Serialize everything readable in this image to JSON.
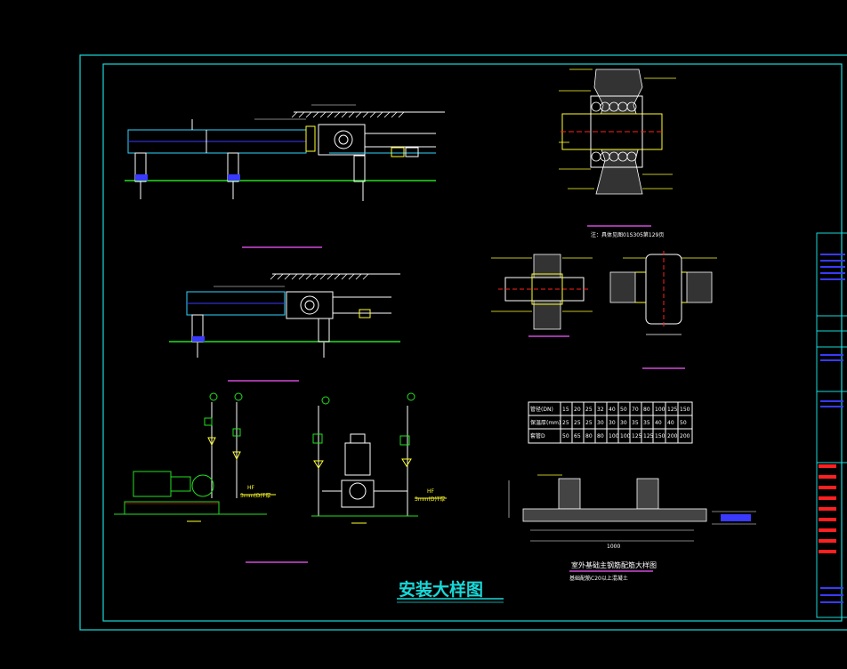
{
  "colors": {
    "background": "#000000",
    "frame": "#19d9d9",
    "lines": "#ffffff",
    "pipe": "#2fd6ff",
    "green": "#22e01f",
    "yellow": "#ffff2a",
    "red": "#ff2020",
    "blue": "#3a3aff",
    "magenta": "#d04ad8"
  },
  "sheet": {
    "title": "安装大样图"
  },
  "details": {
    "top_right_note": "注：具体见图01S305第129页",
    "footing_caption": "室外基础主钢筋配筋大样图",
    "footing_sub": "基础配筋C20以上混凝土",
    "pump_right_labels": [
      "HF",
      "3mm(D)T厚"
    ],
    "pump_left_labels": [
      "HF",
      "3mm(D)T厚"
    ],
    "dim_bottom": "1000"
  },
  "table": {
    "rows": [
      [
        "管径(DN)",
        "15",
        "20",
        "25",
        "32",
        "40",
        "50",
        "70",
        "80",
        "100",
        "125",
        "150"
      ],
      [
        "保温厚(mm)",
        "25",
        "25",
        "25",
        "30",
        "30",
        "30",
        "35",
        "35",
        "40",
        "40",
        "50"
      ],
      [
        "套管D",
        "50",
        "65",
        "80",
        "80",
        "100",
        "100",
        "125",
        "125",
        "150",
        "200",
        "200"
      ]
    ]
  }
}
